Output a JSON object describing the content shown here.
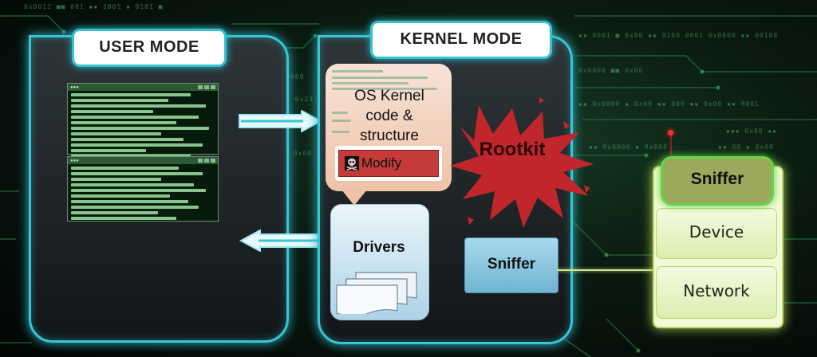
{
  "user_mode": {
    "label": "USER MODE"
  },
  "kernel_mode": {
    "label": "KERNEL MODE",
    "kernel_box": {
      "title": "OS Kernel\ncode &\nstructure",
      "modify_label": "Modify"
    },
    "drivers_label": "Drivers",
    "sniffer_label": "Sniffer"
  },
  "rootkit": {
    "label": "Rootkit",
    "color": "#c0262b"
  },
  "network_stack": {
    "sniffer": "Sniffer",
    "device": "Device",
    "network": "Network"
  },
  "colors": {
    "panel_border": "#38c6d6",
    "stack_border": "#68d44a",
    "kernel_box": "#efc2a7",
    "drivers_box": "#aed3e8"
  }
}
